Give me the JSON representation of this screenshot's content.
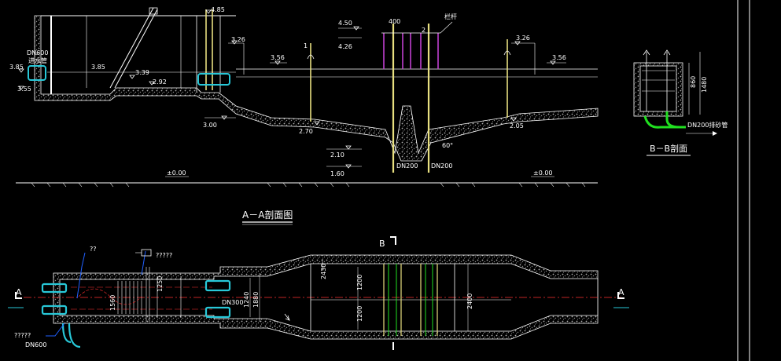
{
  "colors": {
    "background": "#000000",
    "line": "#ffffff",
    "centerline": "#ff3030",
    "pipe": "#28c8d8",
    "rod": "#e8e080",
    "post": "#c040d0",
    "sludge_pipe": "#20e020",
    "leader": "#2060ff",
    "concrete": "#9a9a9a"
  },
  "section_aa": {
    "title": "A－A剖面图",
    "pipe_left_label": "DN600",
    "pipe_left_sub": "进水管",
    "elevations": {
      "left_top": "3.85",
      "left_bottom": "3.55",
      "inlet_water": "3.85",
      "water_1": "3.39",
      "weir": "2.92",
      "top_rail": "4.85",
      "step_1": "3.26",
      "level_mid": "3.56",
      "bed_low": "3.00",
      "bed_2": "2.70",
      "upper_a": "4.50",
      "upper_b": "4.26",
      "hopper_a": "2.10",
      "hopper_b": "1.60",
      "right_water": "3.56",
      "right_step": "3.26",
      "right_bed": "2.05",
      "ground_left": "±0.00",
      "ground_right": "±0.00"
    },
    "dimension_top": "400",
    "post_label": "栏杆",
    "pipe_dn200_a": "DN200",
    "pipe_dn200_b": "DN200",
    "angle_label": "60°",
    "rod_num_1": "2",
    "rod_num_2": "1"
  },
  "section_bb": {
    "title": "B－B剖面",
    "dim_a": "860",
    "dim_b": "1480",
    "pipe_label": "DN200排砂管"
  },
  "plan": {
    "marker_a_left": "A",
    "marker_a_right": "A",
    "marker_b": "B",
    "callout_top": "??",
    "callout_gauge": "?????",
    "callout_bottom": "?????",
    "pipe_dn600": "DN600",
    "pipe_dn300": "DN300",
    "dim_1240": "1240",
    "dim_1880": "1880",
    "dim_1250": "1250",
    "dim_1560": "1560",
    "dim_2430": "2430",
    "dim_1200_a": "1200",
    "dim_1200_b": "1200",
    "dim_2400": "2400"
  }
}
